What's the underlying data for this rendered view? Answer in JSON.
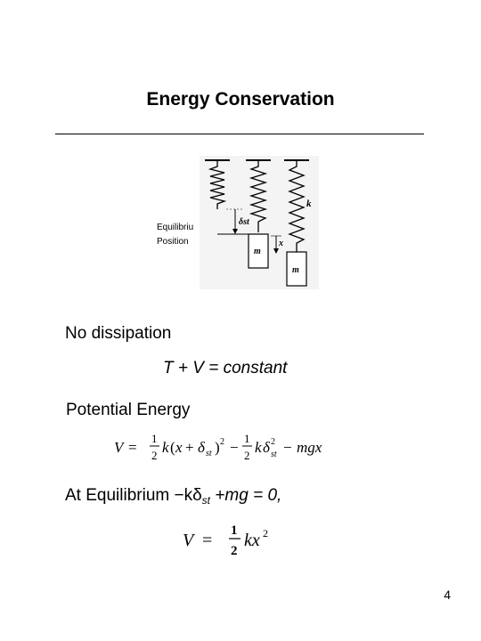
{
  "slide": {
    "title": "Energy Conservation",
    "figure": {
      "label_line1": "Equilibriu",
      "label_line2": "Position",
      "spring_label": "k",
      "deflection_label": "δst",
      "displacement_label": "x",
      "mass_label": "m"
    },
    "no_dissipation": "No dissipation",
    "conservation_eq": "T + V = constant",
    "potential_energy": "Potential Energy",
    "equilibrium_prefix": "At Equilibrium −kδ",
    "equilibrium_sub": "st",
    "equilibrium_suffix": " +mg = 0,",
    "page_number": "4"
  }
}
